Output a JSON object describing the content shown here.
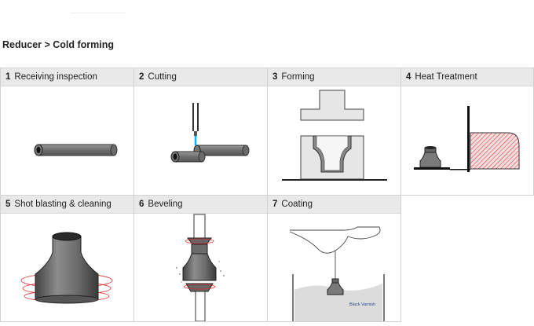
{
  "page": {
    "title": "Reducer > Cold forming"
  },
  "steps": [
    {
      "num": "1",
      "label": "Receiving inspection"
    },
    {
      "num": "2",
      "label": "Cutting"
    },
    {
      "num": "3",
      "label": "Forming"
    },
    {
      "num": "4",
      "label": "Heat Treatment"
    },
    {
      "num": "5",
      "label": "Shot blasting & cleaning"
    },
    {
      "num": "6",
      "label": "Beveling"
    },
    {
      "num": "7",
      "label": "Coating"
    }
  ],
  "coating": {
    "tank_label": "Black Varnish"
  },
  "colors": {
    "header_bg": "#e9e9e9",
    "border": "#d2d2d2",
    "metal": "#7d7d7d",
    "heat": "#e0242c",
    "laser": "#00b4ff",
    "varnish": "#dcdcdc"
  }
}
